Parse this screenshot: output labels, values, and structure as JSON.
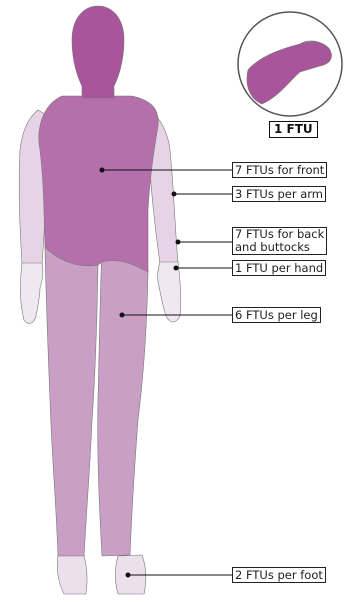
{
  "colors": {
    "head": "#a8559c",
    "torso": "#b56fab",
    "arm": "#e6d4e6",
    "hand": "#f0e8f0",
    "leg": "#c99fc6",
    "foot": "#ece0ec",
    "outline": "#777777",
    "leader": "#111111"
  },
  "icon": {
    "name": "fingertip-unit-icon",
    "key_label": "1 FTU"
  },
  "labels": {
    "front": "7 FTUs for front",
    "arm": "3 FTUs per arm",
    "back": "7 FTUs for back\nand buttocks",
    "hand": "1 FTU per hand",
    "leg": "6 FTUs per leg",
    "foot": "2 FTUs per foot"
  }
}
